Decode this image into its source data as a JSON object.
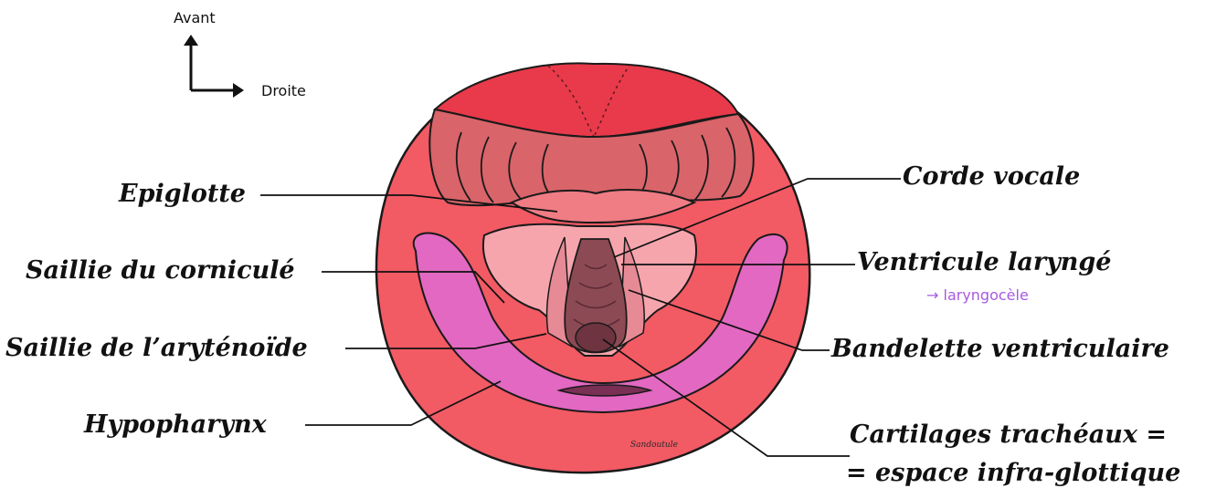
{
  "orientation": {
    "up": "Avant",
    "right": "Droite"
  },
  "labels": {
    "epiglotte": "Epiglotte",
    "saillie_cornicule": "Saillie du corniculé",
    "saillie_arytenoide": "Saillie de l’aryténoïde",
    "hypopharynx": "Hypopharynx",
    "corde_vocale": "Corde vocale",
    "ventricule": "Ventricule laryngé",
    "ventricule_note": "→ laryngocèle",
    "bandelette": "Bandelette ventriculaire",
    "cartilages_line1": "Cartilages trachéaux =",
    "cartilages_line2": "= espace infra-glottique"
  },
  "signature": "Sandoutule",
  "colors": {
    "outer": "#f25a64",
    "epiglottis_top": "#e83a4a",
    "folds": "#d9646a",
    "ring": "#e268c2",
    "inlet": "#f7a5ad",
    "trachea": "#8c4a55",
    "lines": "#111111"
  }
}
